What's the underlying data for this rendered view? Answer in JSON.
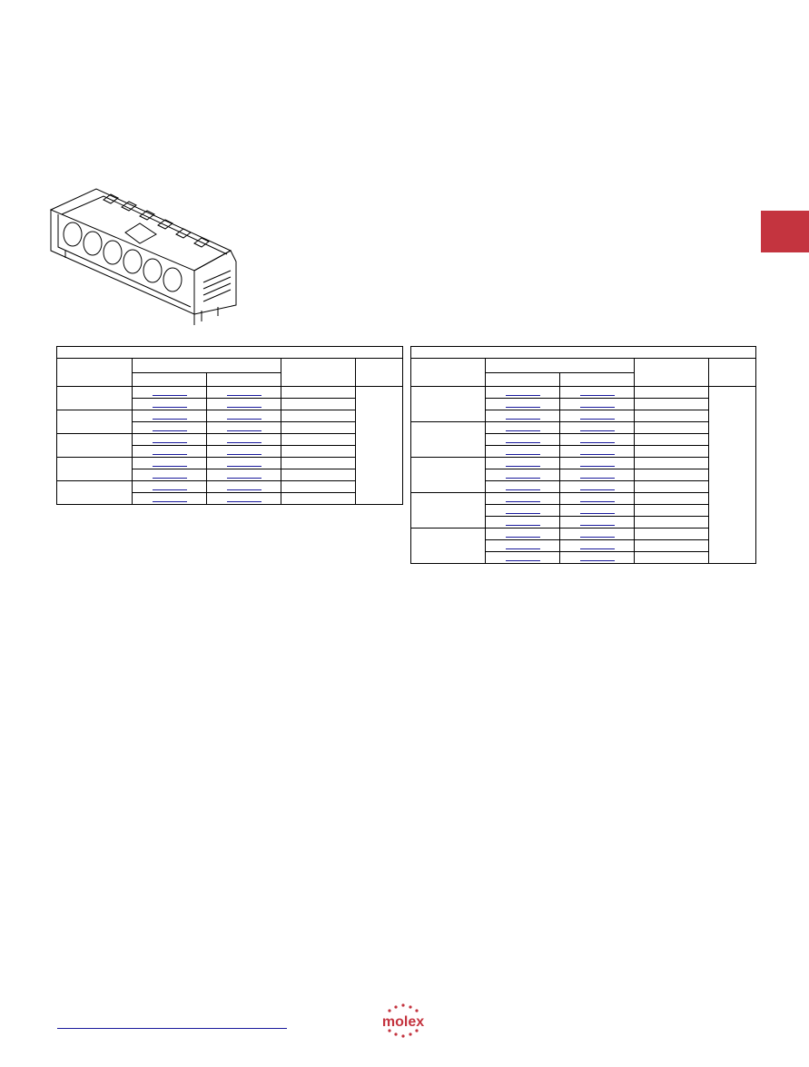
{
  "colors": {
    "tab_red": "#c4343f",
    "link_blue": "#1a1a9c",
    "brand": "#c4343f"
  },
  "brand": {
    "logo_text": "molex"
  },
  "table_left": {
    "groups": [
      2,
      2,
      2,
      2,
      2
    ]
  },
  "table_right": {
    "groups": [
      3,
      3,
      3,
      3,
      3
    ]
  }
}
